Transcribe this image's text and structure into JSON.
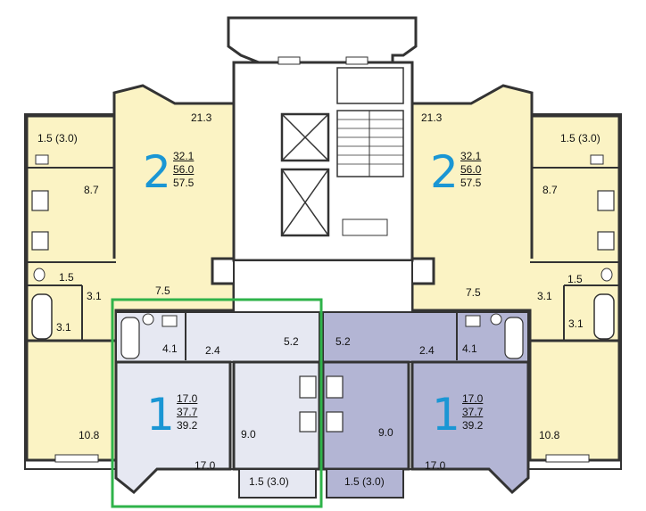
{
  "colors": {
    "two_room": "#fbf3c4",
    "one_room_left": "#e6e8f2",
    "one_room_right": "#b3b5d4",
    "corridor": "#ffffff",
    "wall": "#333333",
    "highlight": "#2fb34a"
  },
  "apartments": [
    {
      "rooms": "2",
      "areas": [
        "32.1",
        "56.0",
        "57.5"
      ]
    },
    {
      "rooms": "2",
      "areas": [
        "32.1",
        "56.0",
        "57.5"
      ]
    },
    {
      "rooms": "1",
      "areas": [
        "17.0",
        "37.7",
        "39.2"
      ]
    },
    {
      "rooms": "1",
      "areas": [
        "17.0",
        "37.7",
        "39.2"
      ]
    }
  ],
  "room_labels": {
    "balcony_tl": "1.5 (3.0)",
    "room_tl": "21.3",
    "kitchen_tl": "8.7",
    "wc_tl": "1.5",
    "bath_tl_a": "3.1",
    "bath_tl_b": "3.1",
    "hall_tl": "7.5",
    "room_bl": "10.8",
    "balcony_tr": "1.5 (3.0)",
    "room_tr": "21.3",
    "kitchen_tr": "8.7",
    "wc_tr": "1.5",
    "bath_tr_a": "3.1",
    "bath_tr_b": "3.1",
    "hall_tr": "7.5",
    "room_br": "10.8",
    "bath_ml": "4.1",
    "hall_ml_a": "2.4",
    "hall_ml_b": "5.2",
    "kitchen_ml": "9.0",
    "room_ml": "17.0",
    "balcony_ml": "1.5 (3.0)",
    "bath_mr": "4.1",
    "hall_mr_a": "2.4",
    "hall_mr_b": "5.2",
    "kitchen_mr": "9.0",
    "room_mr": "17.0",
    "balcony_mr": "1.5 (3.0)"
  }
}
